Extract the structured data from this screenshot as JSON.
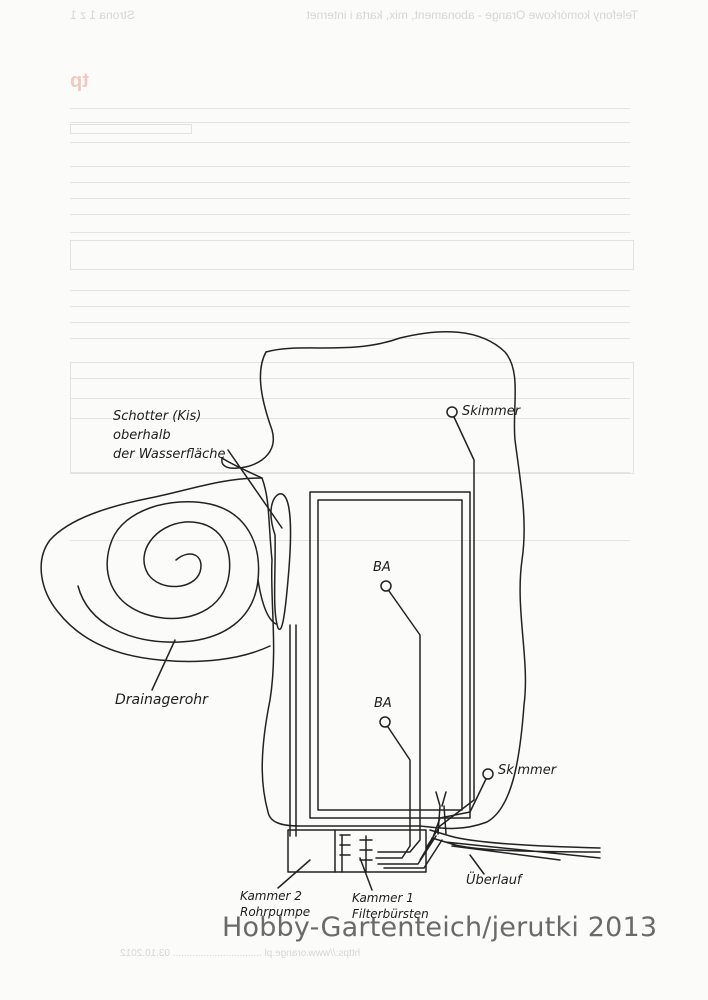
{
  "background_page": {
    "header_left": "Telefony komórkowe Orange - abonament, mix, karta i internet",
    "header_right": "Strona 1 z 1"
  },
  "labels": {
    "schotter_line1": "Schotter (Kis)",
    "schotter_line2": "oberhalb",
    "schotter_line3": "der Wasserfläche",
    "skimmer_top": "Skimmer",
    "skimmer_bottom": "Skimmer",
    "ba_upper": "BA",
    "ba_lower": "BA",
    "drainagerohr": "Drainagerohr",
    "kammer2_line1": "Kammer 2",
    "kammer2_line2": "Rohrpumpe",
    "kammer1_line1": "Kammer 1",
    "kammer1_line2": "Filterbürsten",
    "ueberlauf": "Überlauf"
  },
  "watermark": "Hobby-Gartenteich/jerutki 2013",
  "colors": {
    "ink": "#1e1e1e",
    "ghost": "#d6d6d6",
    "watermark": "#6a6a6a"
  }
}
